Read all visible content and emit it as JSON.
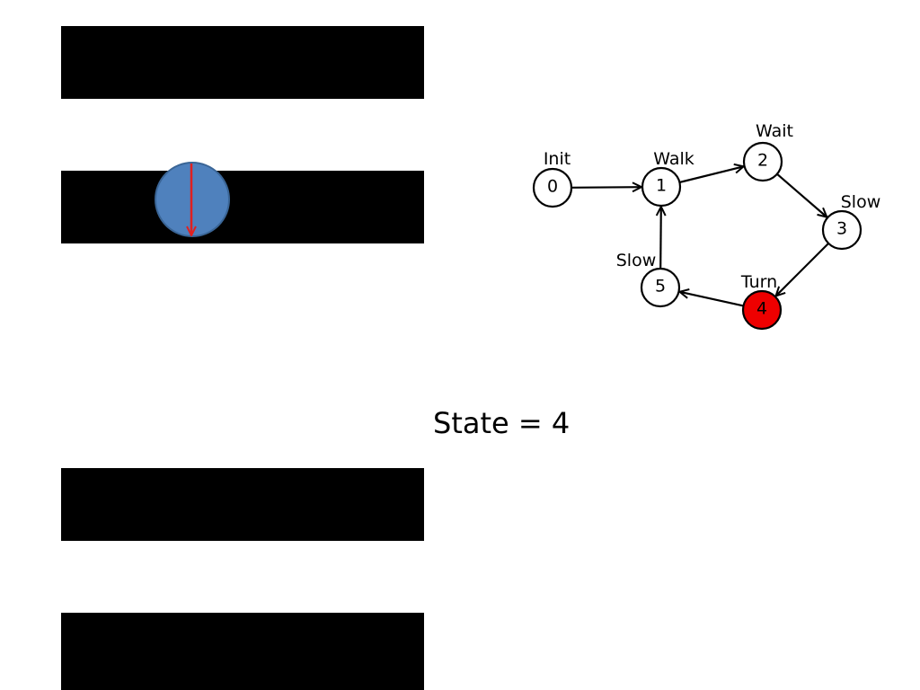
{
  "state_readout": {
    "prefix": "State = ",
    "value": "4"
  },
  "colors": {
    "bar": "#000000",
    "ball_fill": "#4f81bd",
    "ball_stroke": "#3a6596",
    "ball_arrow": "#e02020",
    "active_node": "#ee0000",
    "node_fill": "#ffffff"
  },
  "state_machine": {
    "active_state": 4,
    "nodes": [
      {
        "id": "0",
        "label": "Init"
      },
      {
        "id": "1",
        "label": "Walk"
      },
      {
        "id": "2",
        "label": "Wait"
      },
      {
        "id": "3",
        "label": "Slow"
      },
      {
        "id": "4",
        "label": "Turn"
      },
      {
        "id": "5",
        "label": "Slow"
      }
    ],
    "transitions": [
      {
        "from": "0",
        "to": "1"
      },
      {
        "from": "1",
        "to": "2"
      },
      {
        "from": "2",
        "to": "3"
      },
      {
        "from": "3",
        "to": "4"
      },
      {
        "from": "4",
        "to": "5"
      },
      {
        "from": "5",
        "to": "1"
      }
    ]
  }
}
